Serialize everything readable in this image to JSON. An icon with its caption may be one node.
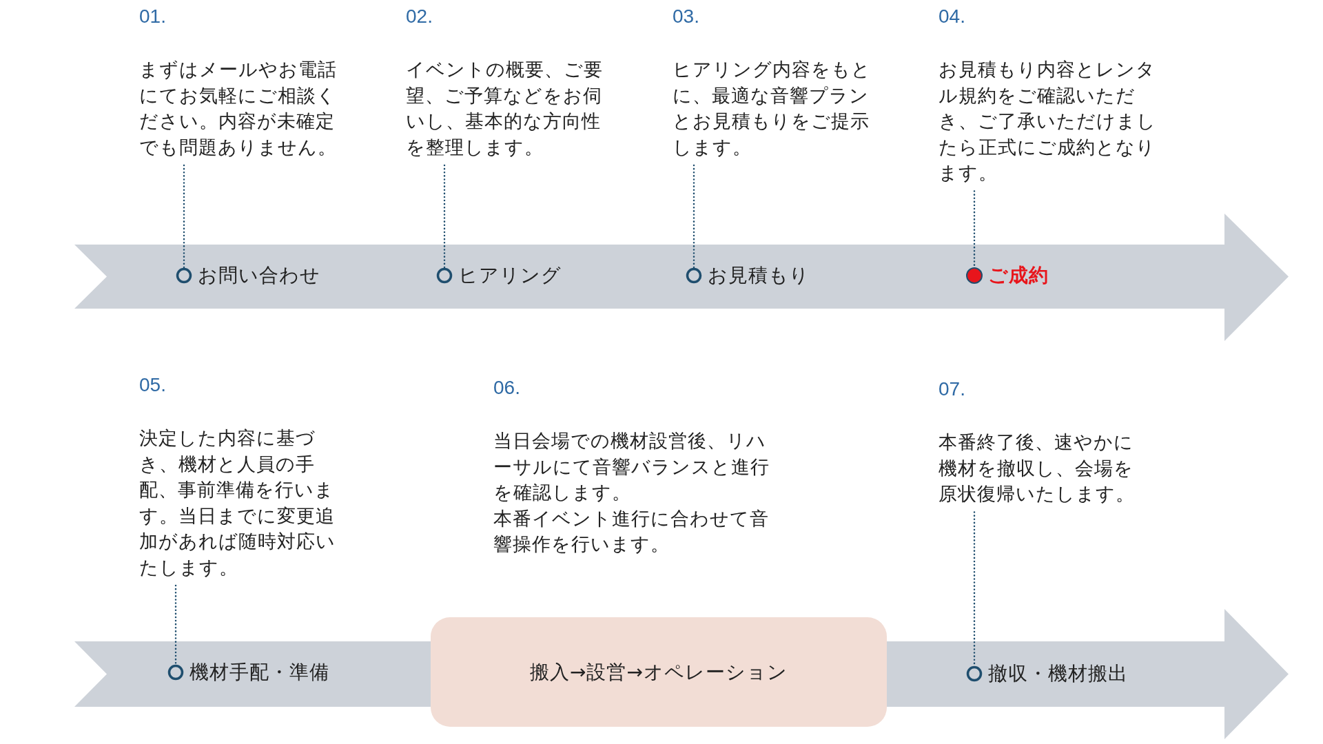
{
  "diagram": {
    "nodes": [
      {
        "text": [
          "01.",
          "まずはメールやお電話にてお気軽にご相談ください。内容が未確定でも問題ありません。"
        ]
      },
      {
        "text": [
          "お問い合わせ"
        ]
      },
      {
        "text": [
          "02.",
          "イベントの概要、ご要望、ご予算などをお伺いし、基本的な方向性を整理します。"
        ]
      },
      {
        "text": [
          "ヒアリング"
        ]
      },
      {
        "text": [
          "03.",
          "ヒアリング内容をもとに、最適な音響プランとお見積もりをご提示します。"
        ]
      },
      {
        "text": [
          "お見積もり"
        ]
      },
      {
        "text": [
          "04.",
          "お見積もり内容とレンタル規約をご確認いただき、ご了承いただけましたら正式にご成約となります。"
        ]
      },
      {
        "text": [
          "ご成約"
        ]
      },
      {
        "text": [
          "05.",
          "決定した内容に基づき、機材と人員の手配、事前準備を行います。当日までに変更追加があれば随時対応いたします。"
        ]
      },
      {
        "text": [
          "機材手配・準備"
        ]
      },
      {
        "text": [
          "06.",
          "当日会場での機材設営後、リハーサルにて音響バランスと進行を確認します。",
          "本番イベント進行に合わせて音響操作を行います。"
        ]
      },
      {
        "text": [
          "搬入→設営→オペレーション"
        ]
      },
      {
        "text": [
          "07.",
          "本番終了後、速やかに機材を撤収し、会場を原状復帰いたします。"
        ]
      },
      {
        "text": [
          "撤収・機材搬出"
        ]
      }
    ],
    "edges": [
      {
        "from": 0,
        "to": 1,
        "arrow": "none",
        "style": "dashed"
      },
      {
        "from": 2,
        "to": 3,
        "arrow": "none",
        "style": "dashed"
      },
      {
        "from": 4,
        "to": 5,
        "arrow": "none",
        "style": "dashed"
      },
      {
        "from": 6,
        "to": 7,
        "arrow": "none",
        "style": "dashed"
      },
      {
        "from": 8,
        "to": 9,
        "arrow": "none",
        "style": "dashed"
      },
      {
        "from": 12,
        "to": 13,
        "arrow": "none",
        "style": "dashed"
      }
    ]
  }
}
